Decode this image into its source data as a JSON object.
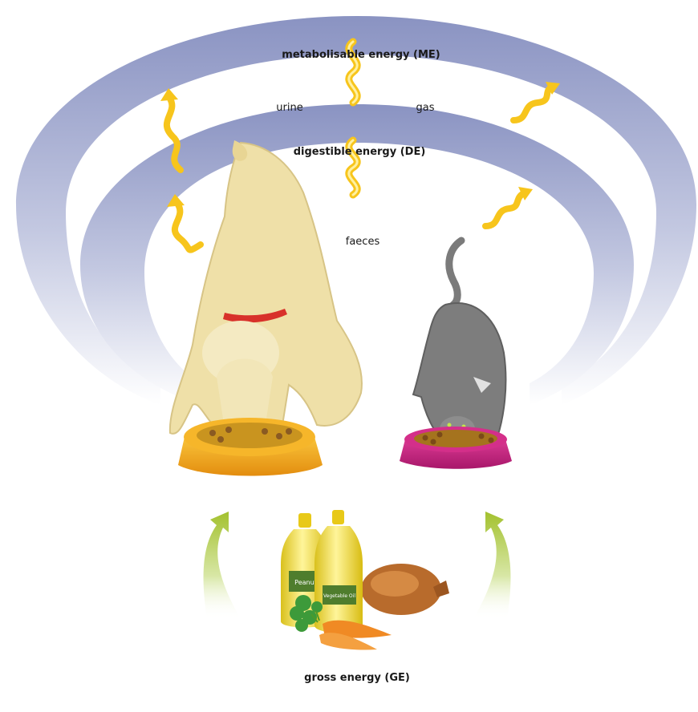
{
  "labels": {
    "me": "metabolisable energy (ME)",
    "urine": "urine",
    "gas": "gas",
    "de": "digestible energy (DE)",
    "faeces": "faeces",
    "ge": "gross energy (GE)"
  },
  "bottle_labels": {
    "peanut": "Peanut",
    "vegetable": "Vegetable Oil"
  },
  "colors": {
    "ring_outer": "#8f98c4",
    "ring_inner": "#ffffff",
    "squiggle": "#f5c200",
    "arrow_green": "#a9c73a",
    "dog": "#efe0a8",
    "cat": "#7d7d7d",
    "dog_bowl": "#f3a81b",
    "cat_bowl": "#c3207b",
    "bottle": "#f0dc2e",
    "chicken": "#b86b2c",
    "carrot": "#f08a24",
    "parsley": "#3d9a3a"
  }
}
